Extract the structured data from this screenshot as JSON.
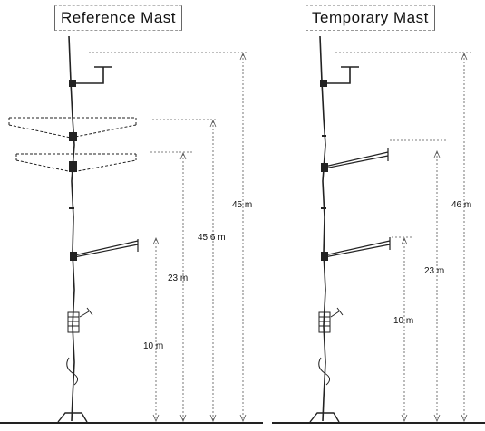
{
  "panels": {
    "reference": {
      "title": "Reference Mast",
      "dimensions": {
        "top": "45 m",
        "upper_boom": "45.6 m",
        "mid": "23 m",
        "low": "10 m"
      }
    },
    "temporary": {
      "title": "Temporary Mast",
      "dimensions": {
        "top": "46 m",
        "mid": "23 m",
        "low": "10 m"
      }
    }
  },
  "colors": {
    "line": "#222222",
    "dim": "#555555",
    "background": "#ffffff"
  }
}
